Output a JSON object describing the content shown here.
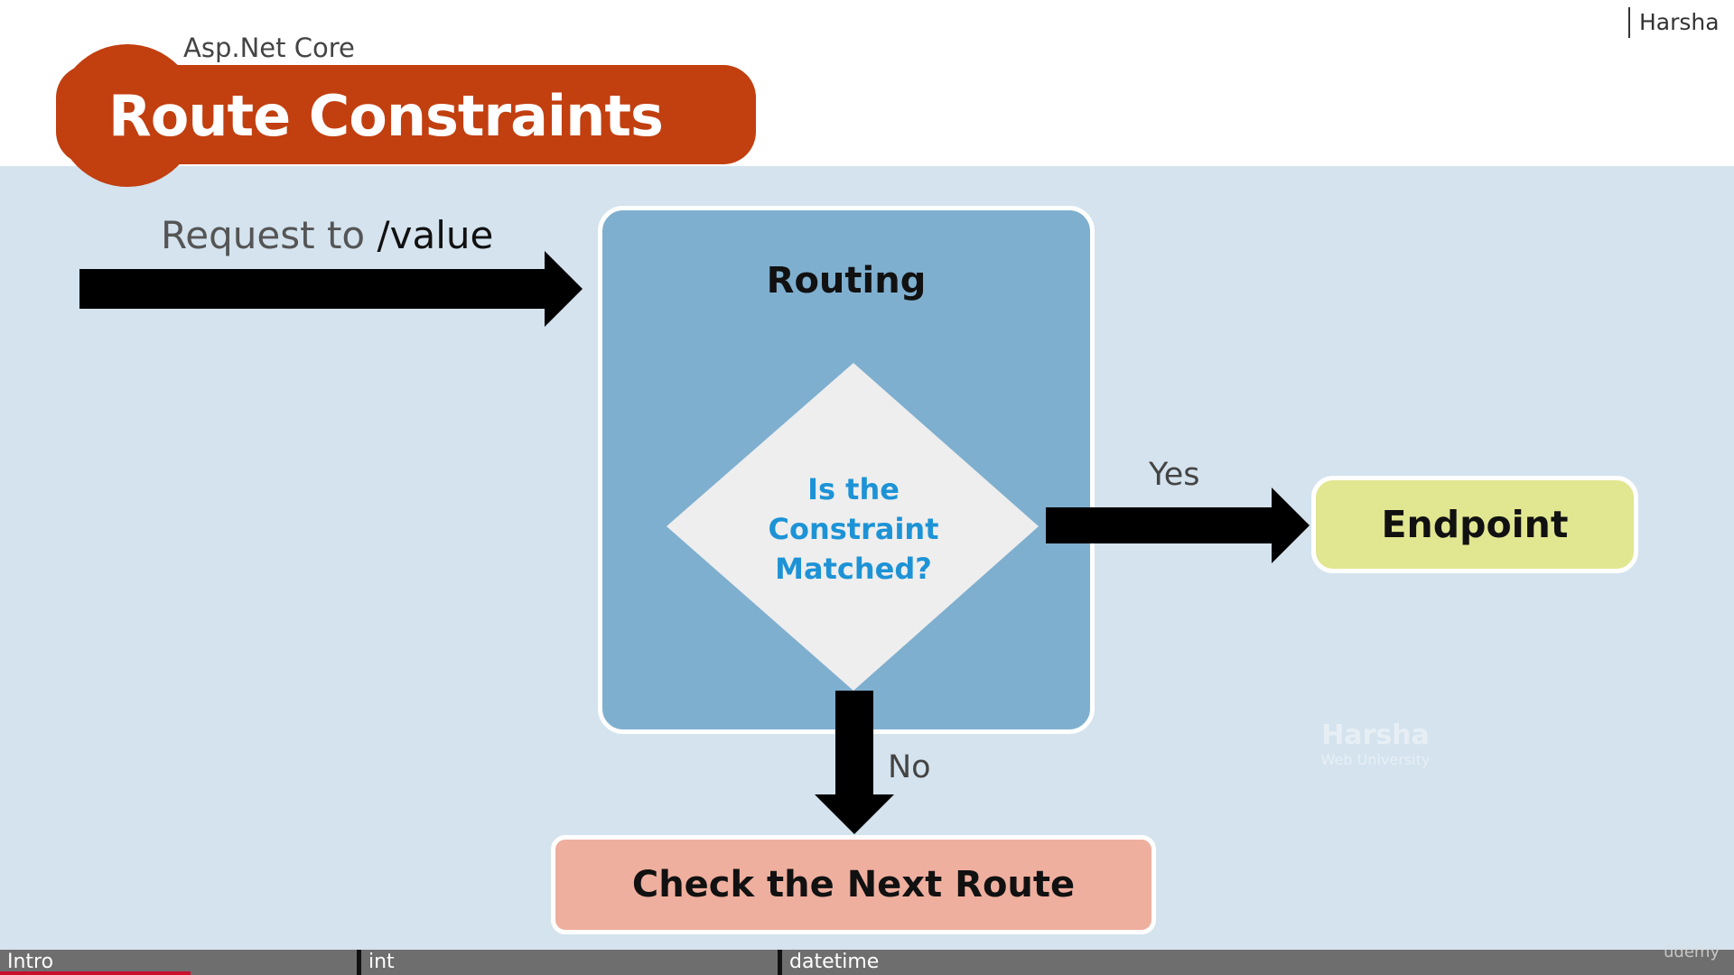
{
  "header": {
    "author": "Harsha",
    "course": "Asp.Net Core",
    "title": "Route Constraints"
  },
  "diagram": {
    "request_prefix": "Request to ",
    "request_path": "/value",
    "routing_label": "Routing",
    "decision_lines": [
      "Is the",
      "Constraint",
      "Matched?"
    ],
    "yes_label": "Yes",
    "no_label": "No",
    "endpoint_label": "Endpoint",
    "next_route_label": "Check the Next Route"
  },
  "watermark": {
    "name": "Harsha",
    "sub": "Web University"
  },
  "player": {
    "chapters": [
      "Intro",
      "int",
      "datetime"
    ],
    "progress_fraction": 0.11,
    "brand": "ūdemy"
  },
  "colors": {
    "title_bg": "#c23f10",
    "content_bg": "#d4e3ee",
    "routing_box": "#7fafcf",
    "decision_text": "#1d93d6",
    "endpoint_bg": "#e1e691",
    "next_route_bg": "#efaf9f"
  }
}
